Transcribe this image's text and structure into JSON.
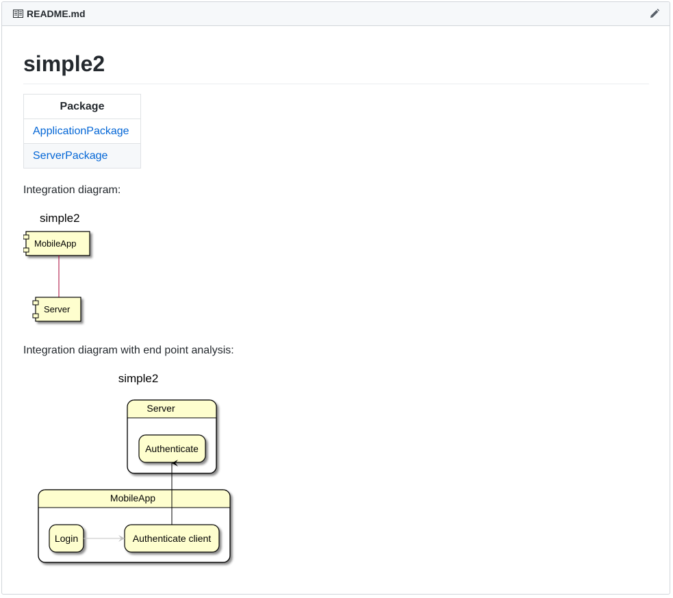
{
  "file": {
    "icon": "book-icon",
    "name": "README.md",
    "edit_icon": "pencil-icon"
  },
  "readme": {
    "title": "simple2",
    "table": {
      "header": "Package",
      "rows": [
        "ApplicationPackage",
        "ServerPackage"
      ]
    },
    "diagram1_caption": "Integration diagram:",
    "diagram2_caption": "Integration diagram with end point analysis:"
  },
  "diagram1": {
    "title": "simple2",
    "components": [
      "MobileApp",
      "Server"
    ],
    "arrow_color": "#a80036"
  },
  "diagram2": {
    "title": "simple2",
    "server_group": "Server",
    "server_node": "Authenticate",
    "client_group": "MobileApp",
    "client_nodes": [
      "Login",
      "Authenticate client"
    ]
  },
  "colors": {
    "node_fill": "#fefece",
    "link": "#0366d6",
    "border": "#d1d5da"
  }
}
